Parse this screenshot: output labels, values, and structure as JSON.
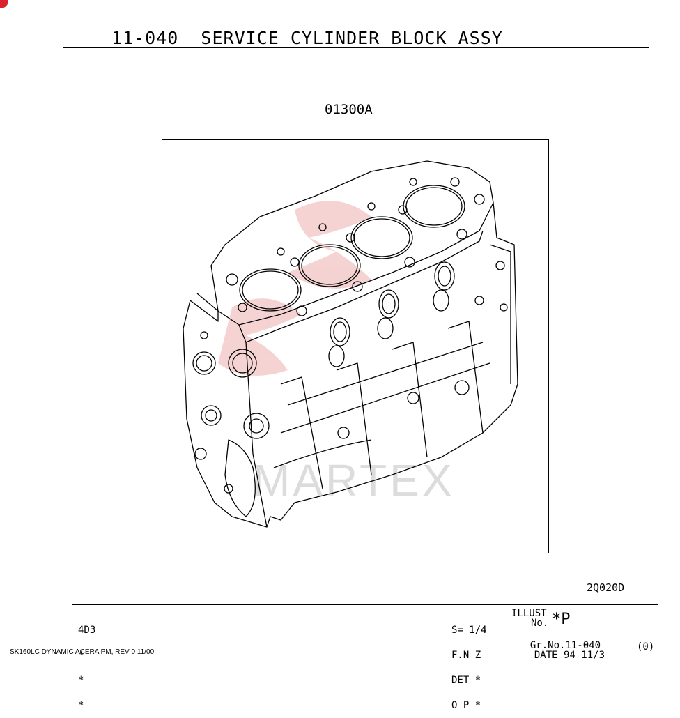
{
  "header": {
    "title": "11-040  SERVICE CYLINDER BLOCK ASSY"
  },
  "illustration": {
    "part_number": "01300A",
    "icon": "cylinder-block-drawing",
    "watermark": "MARTEX"
  },
  "illust_code": "2Q020D",
  "footer": {
    "left_lines": [
      "4D3",
      "*",
      "*",
      "*"
    ],
    "s_line": "S= 1/4",
    "fnz_line": "F.N Z",
    "det_line": "DET *",
    "op_line": "O P *",
    "illust_label": "ILLUST",
    "no_label": "No.",
    "no_value": "*P",
    "gr_label": "Gr.No.",
    "gr_value": "11-040",
    "date_label": "DATE",
    "date_value": "94 11/3",
    "rev_code": "(0)",
    "doc_note": "SK160LC DYNAMIC ACERA PM, REV 0 11/00"
  },
  "colors": {
    "watermark": "#e9a3a3",
    "mark": "#d9232d"
  }
}
